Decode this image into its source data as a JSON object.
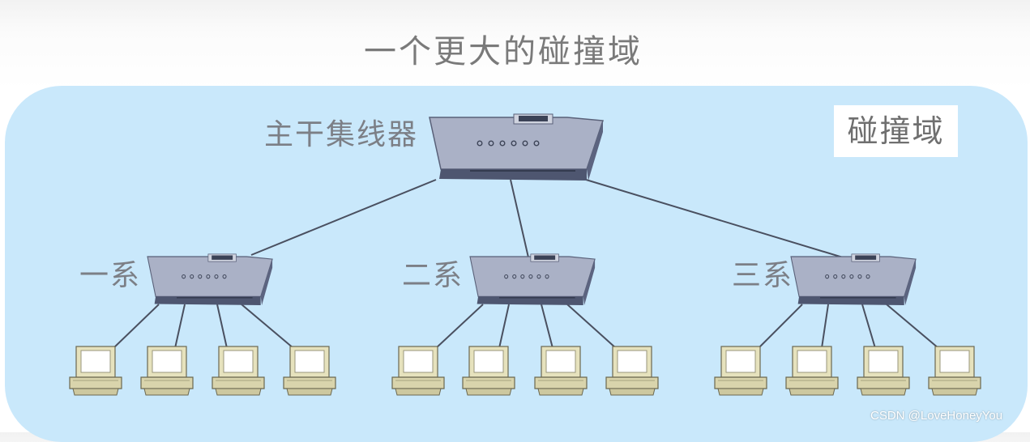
{
  "title": "一个更大的碰撞域",
  "domain_label": "碰撞域",
  "backbone_hub_label": "主干集线器",
  "departments": [
    {
      "label": "一系",
      "computers": 4
    },
    {
      "label": "二系",
      "computers": 4
    },
    {
      "label": "三系",
      "computers": 4
    }
  ],
  "watermark": "CSDN @LoveHoneyYou",
  "colors": {
    "domain_fill": "#c9e8fb",
    "hub_top": "#aab1c6",
    "hub_side": "#4e5670",
    "cable": "#4a5060",
    "computer_body": "#e6e2bd",
    "computer_screen": "#ffffff"
  }
}
